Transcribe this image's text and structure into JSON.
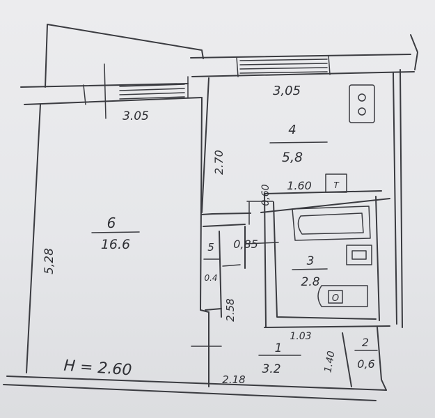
{
  "rooms": [
    {
      "number": "6",
      "area": "16.6"
    },
    {
      "number": "4",
      "area": "5,8"
    },
    {
      "number": "3",
      "area": "2.8"
    },
    {
      "number": "1",
      "area": "3.2"
    },
    {
      "number": "2",
      "area": "0,6"
    },
    {
      "number": "5",
      "area": "0.4"
    }
  ],
  "dimensions": {
    "room6_width": "3.05",
    "room6_depth": "5,28",
    "room4_width": "3,05",
    "room4_depth": "2.70",
    "bath_width": "1.60",
    "bath_gap": "0,60",
    "closet_width": "0,85",
    "corridor_depth": "2.58",
    "hall_width": "2.18",
    "hall_door": "1.03",
    "wc_depth": "1.40"
  },
  "ceiling_height": "H = 2.60",
  "fixtures": {
    "stove_mark": "o o",
    "toilet_mark": "O",
    "boiler_mark": "T"
  }
}
